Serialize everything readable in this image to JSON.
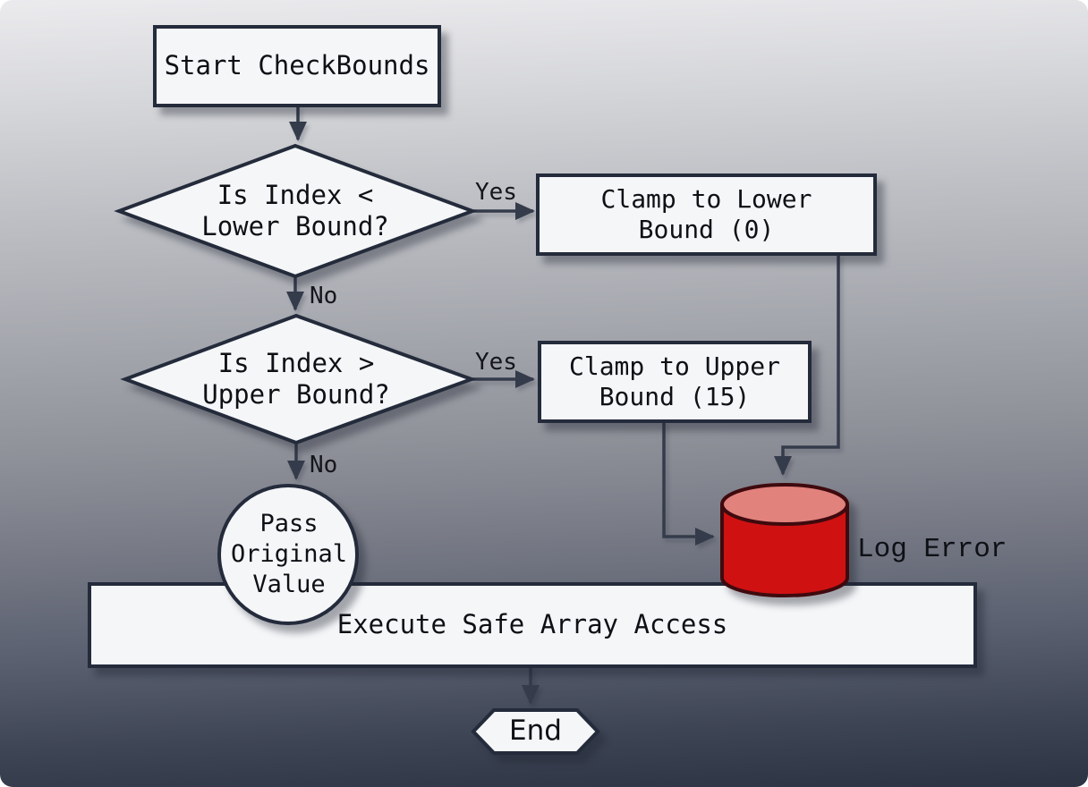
{
  "nodes": {
    "start": {
      "label": "Start CheckBounds",
      "shape": "rectangle"
    },
    "decision_lower": {
      "label": "Is Index <\nLower Bound?",
      "shape": "diamond"
    },
    "clamp_lower": {
      "label": "Clamp to Lower\nBound (0)",
      "shape": "rectangle"
    },
    "decision_upper": {
      "label": "Is Index >\nUpper Bound?",
      "shape": "diamond"
    },
    "clamp_upper": {
      "label": "Clamp to Upper\nBound (15)",
      "shape": "rectangle"
    },
    "pass_original": {
      "label": "Pass\nOriginal\nValue",
      "shape": "circle"
    },
    "log_error": {
      "label": "Log Error",
      "shape": "database-cylinder"
    },
    "execute": {
      "label": "Execute Safe Array Access",
      "shape": "rectangle-wide"
    },
    "end": {
      "label": "End",
      "shape": "hexagon"
    }
  },
  "edge_labels": {
    "lower_yes": "Yes",
    "lower_no": "No",
    "upper_yes": "Yes",
    "upper_no": "No"
  },
  "colors": {
    "node_fill": "#f5f6f8",
    "node_stroke": "#242b3b",
    "connector": "#343b4b",
    "error_cylinder_body": "#d01112",
    "error_cylinder_top": "#e2827d",
    "background_top": "#ebebee",
    "background_bottom": "#2c3343"
  }
}
